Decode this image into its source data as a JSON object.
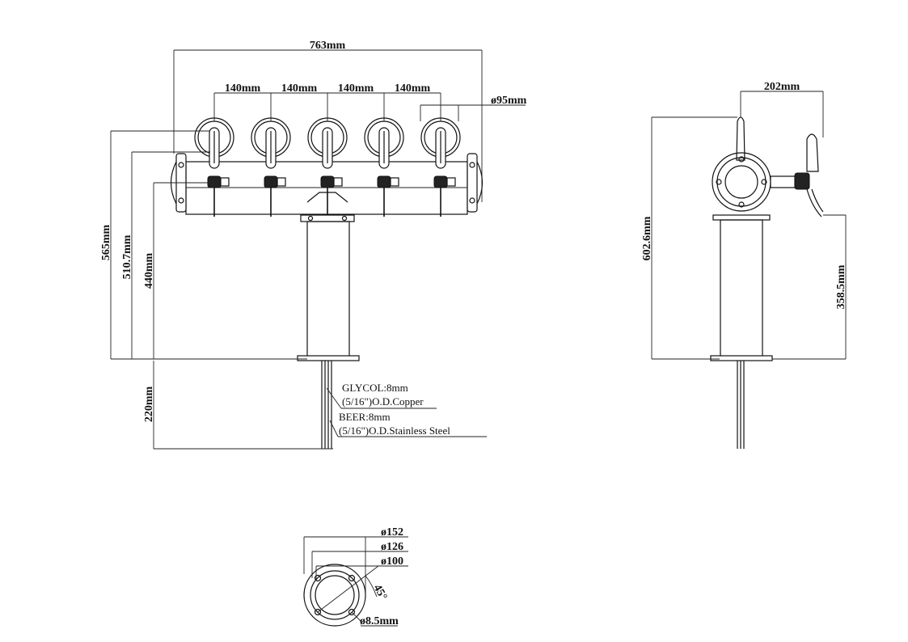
{
  "front_view": {
    "overall_width": "763mm",
    "tap_spacing": [
      "140mm",
      "140mm",
      "140mm",
      "140mm"
    ],
    "flange_diameter": "ø95mm",
    "heights": [
      "565mm",
      "510.7mm",
      "440mm"
    ],
    "shank_length": "220mm",
    "tubing": {
      "glycol_line1": "GLYCOL:8mm",
      "glycol_line2": "(5/16\")O.D.Copper",
      "beer_line1": "BEER:8mm",
      "beer_line2": "(5/16\")O.D.Stainless Steel"
    }
  },
  "side_view": {
    "depth": "202mm",
    "total_height": "602.6mm",
    "spout_height": "358.5mm"
  },
  "base_view": {
    "diameters": [
      "ø152",
      "ø126",
      "ø100"
    ],
    "angle": "45°",
    "hole": "ø8.5mm"
  }
}
